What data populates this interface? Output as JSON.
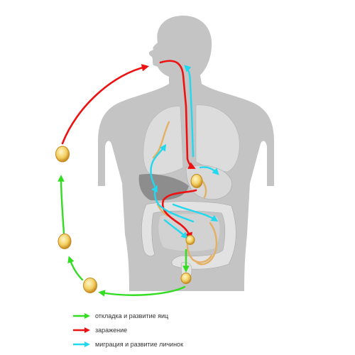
{
  "colors": {
    "body_fill": "#c4c4c4",
    "organ_fill": "#dcdcdc",
    "organ_dark": "#9a9a9a",
    "egg_fill": "#f2cf63",
    "egg_stroke": "#c4881c",
    "worm": "#e3b064",
    "green_arrow": "#33dd22",
    "red_arrow": "#ee1111",
    "cyan_arrow": "#22d8ee"
  },
  "legend": [
    {
      "key": "egg_laying_and_development",
      "color": "#33dd22",
      "label": "откладка и развитие яиц"
    },
    {
      "key": "infection",
      "color": "#ee1111",
      "label": "заражение"
    },
    {
      "key": "larvae_migration_and_development",
      "color": "#22d8ee",
      "label": "миграция и развитие личинок"
    }
  ]
}
